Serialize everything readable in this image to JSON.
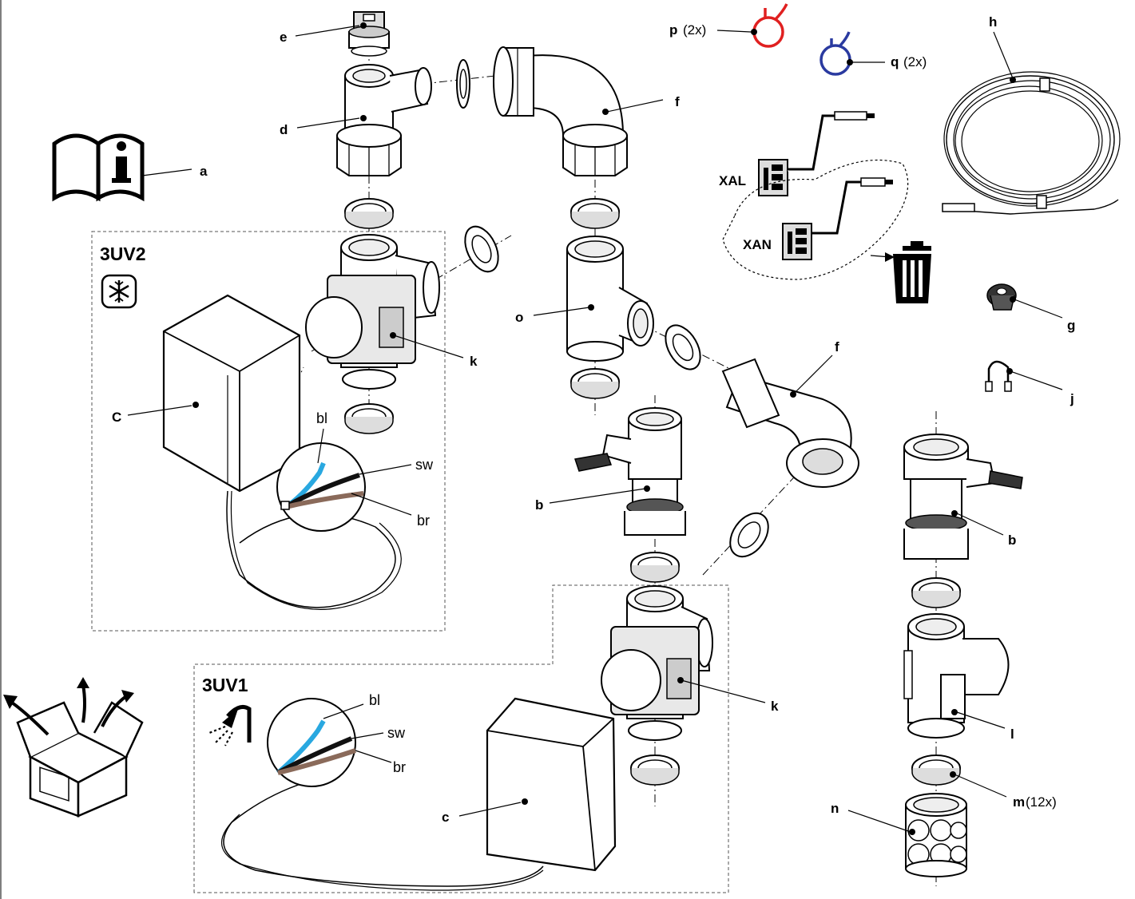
{
  "diagram": {
    "part_labels": {
      "a": "a",
      "b1": "b",
      "b2": "b",
      "C_upper": "C",
      "c_lower": "c",
      "d": "d",
      "e": "e",
      "f1": "f",
      "f2": "f",
      "g": "g",
      "h": "h",
      "j": "j",
      "k1": "k",
      "k2": "k",
      "l": "l",
      "m": "m",
      "n": "n",
      "o": "o",
      "p": "p",
      "q": "q"
    },
    "quantities": {
      "p": "(2x)",
      "q": "(2x)",
      "m": "(12x)"
    },
    "groups": {
      "upper_valve": "3UV2",
      "lower_valve": "3UV1"
    },
    "connectors": {
      "xal": "XAL",
      "xan": "XAN"
    },
    "wire_labels": {
      "upper": {
        "blue": "bl",
        "black": "sw",
        "brown": "br"
      },
      "lower": {
        "blue": "bl",
        "black": "sw",
        "brown": "br"
      }
    },
    "icons": {
      "manual": "info-manual-icon",
      "unpack": "open-box-icon",
      "cooling": "snowflake-icon",
      "hot_water": "shower-icon",
      "discard": "trash-bin-icon"
    },
    "colors": {
      "p_ring": "#e02020",
      "q_ring": "#2a3aa0",
      "wire_blue": "#29a8e0",
      "wire_black": "#111111",
      "wire_brown": "#8a6a5a"
    }
  }
}
